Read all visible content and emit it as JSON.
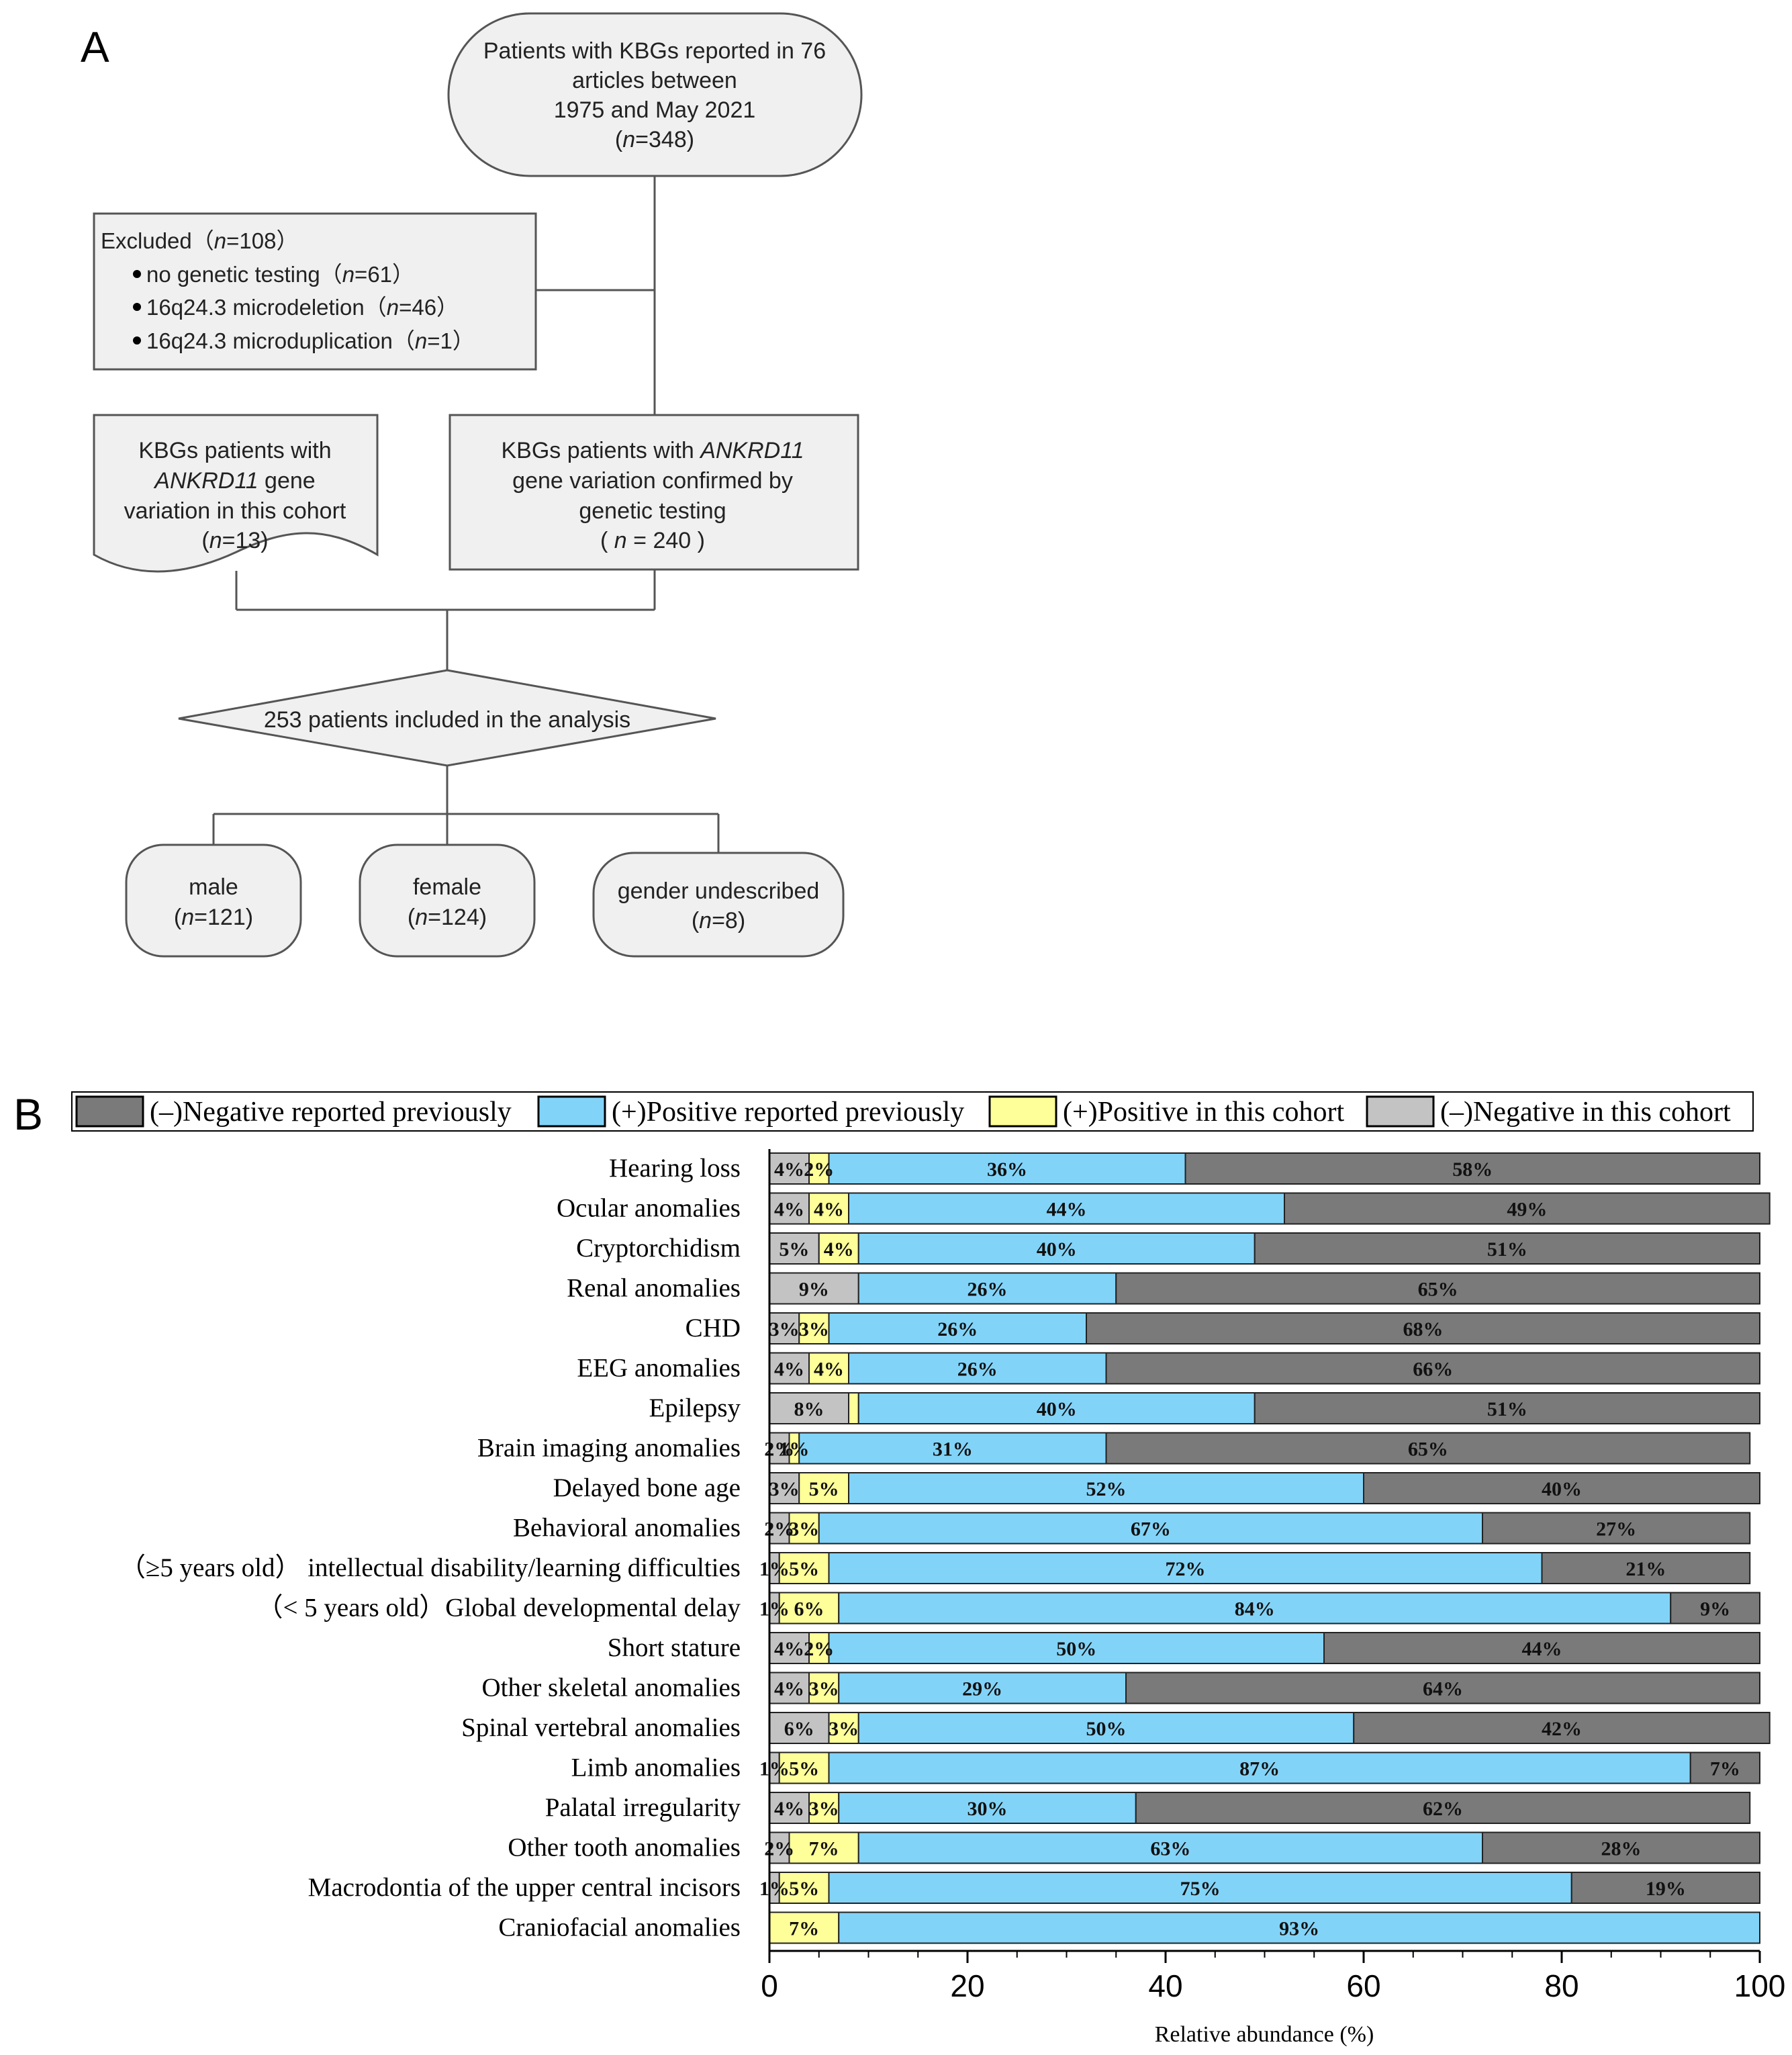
{
  "panel_a": {
    "label": "A",
    "start_node": {
      "lines": [
        "Patients with KBGs reported in 76",
        "articles between",
        "1975 and May 2021"
      ],
      "n_prefix": "(",
      "n_var": "n",
      "n_value": "=348",
      "n_suffix": ")"
    },
    "excluded": {
      "title_text": "Excluded（",
      "title_var": "n",
      "title_value": "=108）",
      "items": [
        {
          "text": "no genetic testing（",
          "var": "n",
          "value": "=61）"
        },
        {
          "text": "16q24.3 microdeletion（",
          "var": "n",
          "value": "=46）"
        },
        {
          "text": "16q24.3 microduplication（",
          "var": "n",
          "value": "=1）"
        }
      ]
    },
    "cohort_node": {
      "line1": "KBGs patients with",
      "line2_italic": "ANKRD11",
      "line2_rest": " gene",
      "line3": "variation in this cohort",
      "n_prefix": "(",
      "n_var": "n",
      "n_value": "=13",
      "n_suffix": ")"
    },
    "literature_node": {
      "line1_prefix": "KBGs patients with ",
      "line1_italic": "ANKRD11",
      "line2": "gene variation confirmed by",
      "line3": "genetic testing",
      "n_prefix": "( ",
      "n_var": "n",
      "n_value": " = 240 )"
    },
    "analysis_node": {
      "text": "253 patients included in the analysis"
    },
    "gender_nodes": [
      {
        "label": "male",
        "n_prefix": "(",
        "n_var": "n",
        "n_value": "=121)"
      },
      {
        "label": "female",
        "n_prefix": "(",
        "n_var": "n",
        "n_value": "=124)"
      },
      {
        "label": "gender undescribed",
        "n_prefix": "(",
        "n_var": "n",
        "n_value": "=8)"
      }
    ]
  },
  "panel_b": {
    "label": "B"
  },
  "chart_data": {
    "type": "bar",
    "orientation": "horizontal",
    "stacked": true,
    "xlabel": "Relative abundance (%)",
    "ylabel": "",
    "xlim": [
      0,
      100
    ],
    "xticks": [
      0,
      20,
      40,
      60,
      80,
      100
    ],
    "legend_position": "top",
    "series": [
      {
        "key": "neg_cohort",
        "name": "(–)Negative in this cohort",
        "color": "#c3c3c3"
      },
      {
        "key": "pos_cohort",
        "name": "(+)Positive in this cohort",
        "color": "#ffff99"
      },
      {
        "key": "pos_prev",
        "name": "(+)Positive reported previously",
        "color": "#82d3f8"
      },
      {
        "key": "neg_prev",
        "name": "(–)Negative reported previously",
        "color": "#7a7a7a"
      }
    ],
    "legend_order": [
      "neg_prev",
      "pos_prev",
      "pos_cohort",
      "neg_cohort"
    ],
    "categories": [
      "Hearing loss",
      "Ocular anomalies",
      "Cryptorchidism",
      "Renal anomalies",
      "CHD",
      "EEG anomalies",
      "Epilepsy",
      "Brain imaging anomalies",
      "Delayed bone age",
      "Behavioral anomalies",
      "（≥5 years old） intellectual disability/learning difficulties",
      "（< 5 years old）Global developmental delay",
      "Short stature",
      "Other skeletal anomalies",
      "Spinal vertebral anomalies",
      "Limb anomalies",
      "Palatal irregularity",
      "Other tooth anomalies",
      "Macrodontia of the upper central incisors",
      "Craniofacial anomalies"
    ],
    "values": {
      "neg_cohort": [
        4,
        4,
        5,
        9,
        3,
        4,
        8,
        2,
        3,
        2,
        1,
        1,
        4,
        4,
        6,
        1,
        4,
        2,
        1,
        0
      ],
      "pos_cohort": [
        2,
        4,
        4,
        0,
        3,
        4,
        1,
        1,
        5,
        3,
        5,
        6,
        2,
        3,
        3,
        5,
        3,
        7,
        5,
        7
      ],
      "pos_prev": [
        36,
        44,
        40,
        26,
        26,
        26,
        40,
        31,
        52,
        67,
        72,
        84,
        50,
        29,
        50,
        87,
        30,
        63,
        75,
        93
      ],
      "neg_prev": [
        58,
        49,
        51,
        65,
        68,
        66,
        51,
        65,
        40,
        27,
        21,
        9,
        44,
        64,
        42,
        7,
        62,
        28,
        19,
        0
      ]
    },
    "labels": {
      "neg_cohort": [
        "4%",
        "4%",
        "5%",
        "9%",
        "3%",
        "4%",
        "8%",
        "2%",
        "3%",
        "2%",
        "1%",
        "1%",
        "4%",
        "4%",
        "6%",
        "1%",
        "4%",
        "2%",
        "1%",
        ""
      ],
      "pos_cohort": [
        "2%",
        "4%",
        "4%",
        "",
        "3%",
        "4%",
        "",
        "1%",
        "5%",
        "3%",
        "5%",
        "6%",
        "2%",
        "3%",
        "3%",
        "5%",
        "3%",
        "7%",
        "5%",
        "7%"
      ],
      "pos_prev": [
        "36%",
        "44%",
        "40%",
        "26%",
        "26%",
        "26%",
        "40%",
        "31%",
        "52%",
        "67%",
        "72%",
        "84%",
        "50%",
        "29%",
        "50%",
        "87%",
        "30%",
        "63%",
        "75%",
        "93%"
      ],
      "neg_prev": [
        "58%",
        "49%",
        "51%",
        "65%",
        "68%",
        "66%",
        "51%",
        "65%",
        "40%",
        "27%",
        "21%",
        "9%",
        "44%",
        "64%",
        "42%",
        "7%",
        "62%",
        "28%",
        "19%",
        ""
      ]
    }
  }
}
